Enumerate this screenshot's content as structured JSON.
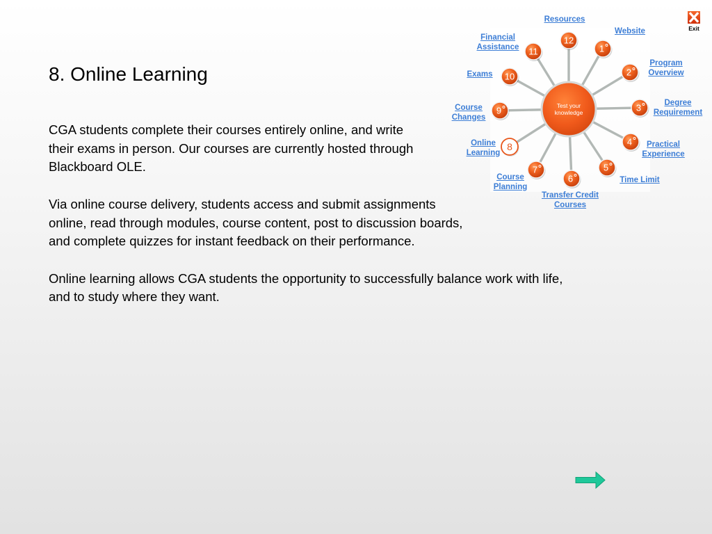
{
  "slide": {
    "title": "8. Online Learning",
    "paragraphs": [
      {
        "lines": [
          "CGA students complete their courses entirely online, and write",
          "their exams in person. Our courses are currently hosted through",
          "Blackboard OLE."
        ]
      },
      {
        "lines": [
          "Via online course delivery, students access and submit assignments",
          "online, read through modules, course content, post to discussion boards,",
          "and complete quizzes for instant feedback on their performance."
        ]
      },
      {
        "lines": [
          "Online learning allows CGA students the opportunity to successfully balance work with life,",
          "and to study where they want."
        ]
      }
    ]
  },
  "exit_button": {
    "label": "Exit",
    "icon": "close-x-icon"
  },
  "topic_wheel": {
    "center_lines": [
      "Test your",
      "knowledge"
    ],
    "nodes": [
      {
        "number": "1",
        "label": [
          "Website"
        ],
        "visited": true,
        "active": false
      },
      {
        "number": "2",
        "label": [
          "Program",
          "Overview"
        ],
        "visited": true,
        "active": false
      },
      {
        "number": "3",
        "label": [
          "Degree",
          "Requirement"
        ],
        "visited": true,
        "active": false
      },
      {
        "number": "4",
        "label": [
          "Practical",
          "Experience"
        ],
        "visited": true,
        "active": false
      },
      {
        "number": "5",
        "label": [
          "Time Limit"
        ],
        "visited": true,
        "active": false
      },
      {
        "number": "6",
        "label": [
          "Transfer Credit",
          "Courses"
        ],
        "visited": true,
        "active": false
      },
      {
        "number": "7",
        "label": [
          "Course",
          "Planning"
        ],
        "visited": true,
        "active": false
      },
      {
        "number": "8",
        "label": [
          "Online",
          "Learning"
        ],
        "visited": false,
        "active": true
      },
      {
        "number": "9",
        "label": [
          "Course",
          "Changes"
        ],
        "visited": true,
        "active": false
      },
      {
        "number": "10",
        "label": [
          "Exams"
        ],
        "visited": false,
        "active": false
      },
      {
        "number": "11",
        "label": [
          "Financial",
          "Assistance"
        ],
        "visited": false,
        "active": false
      },
      {
        "number": "12",
        "label": [
          "Resources"
        ],
        "visited": false,
        "active": false
      }
    ]
  },
  "next_button": {
    "icon": "right-arrow-icon"
  },
  "colors": {
    "accent_orange": "#e8561a",
    "link_blue": "#3d7ed6",
    "arrow_green": "#1fc89a",
    "text": "#000000"
  }
}
